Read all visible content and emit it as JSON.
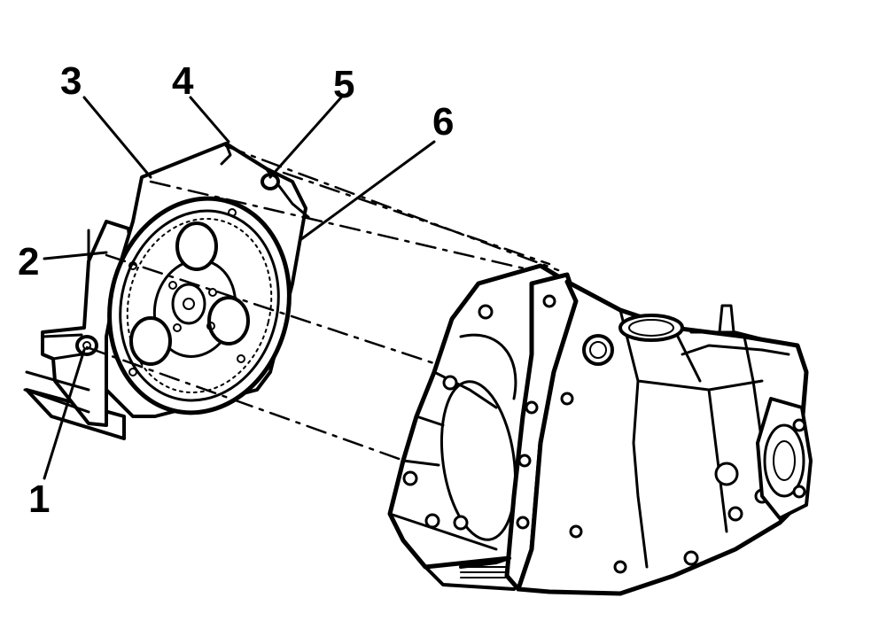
{
  "diagram": {
    "callouts": [
      {
        "id": "1",
        "label": "1"
      },
      {
        "id": "2",
        "label": "2"
      },
      {
        "id": "3",
        "label": "3"
      },
      {
        "id": "4",
        "label": "4"
      },
      {
        "id": "5",
        "label": "5"
      },
      {
        "id": "6",
        "label": "6"
      }
    ]
  },
  "colors": {
    "ink": "#000000",
    "background": "#ffffff"
  }
}
